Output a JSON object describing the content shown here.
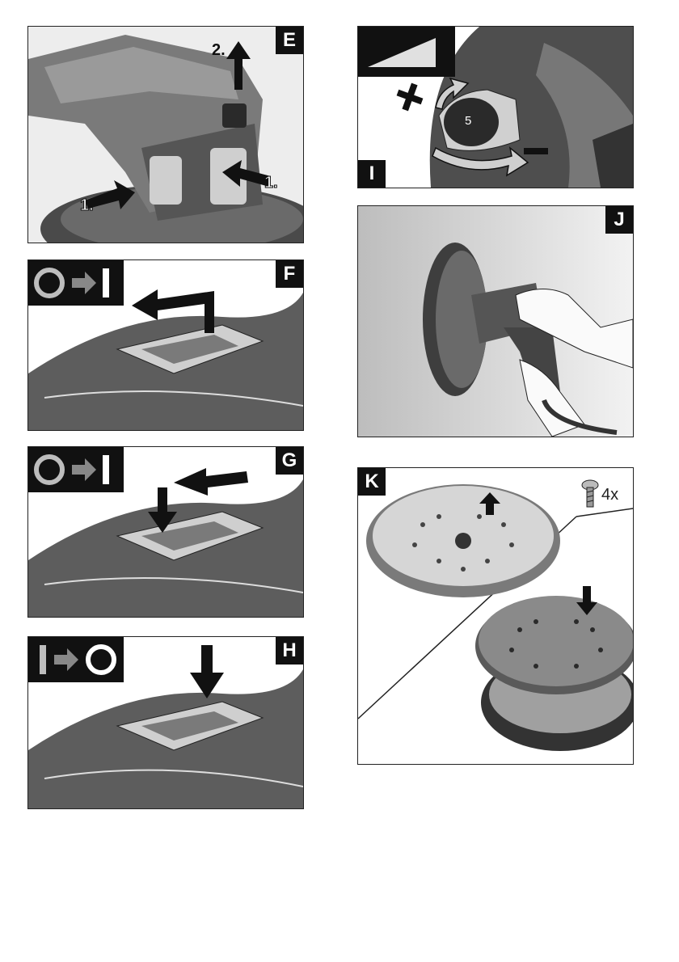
{
  "panels": {
    "e": {
      "letter": "E",
      "step_top": "2.",
      "step_left": "1.",
      "step_right": "1."
    },
    "f": {
      "letter": "F"
    },
    "g": {
      "letter": "G"
    },
    "h": {
      "letter": "H"
    },
    "i": {
      "letter": "I",
      "dial_value": "5"
    },
    "j": {
      "letter": "J"
    },
    "k": {
      "letter": "K",
      "screw_qty": "4x"
    }
  },
  "icons": {
    "on_symbol": "power-on-icon",
    "off_symbol": "power-off-icon",
    "arrow": "right-arrow-icon",
    "plus": "plus-icon",
    "minus": "minus-icon",
    "screw": "screw-icon",
    "speed_wedge": "speed-wedge-icon"
  },
  "colors": {
    "ink": "#111111",
    "body": "#5a5a5a",
    "highlight": "#bdbdbd",
    "background": "#ffffff"
  }
}
